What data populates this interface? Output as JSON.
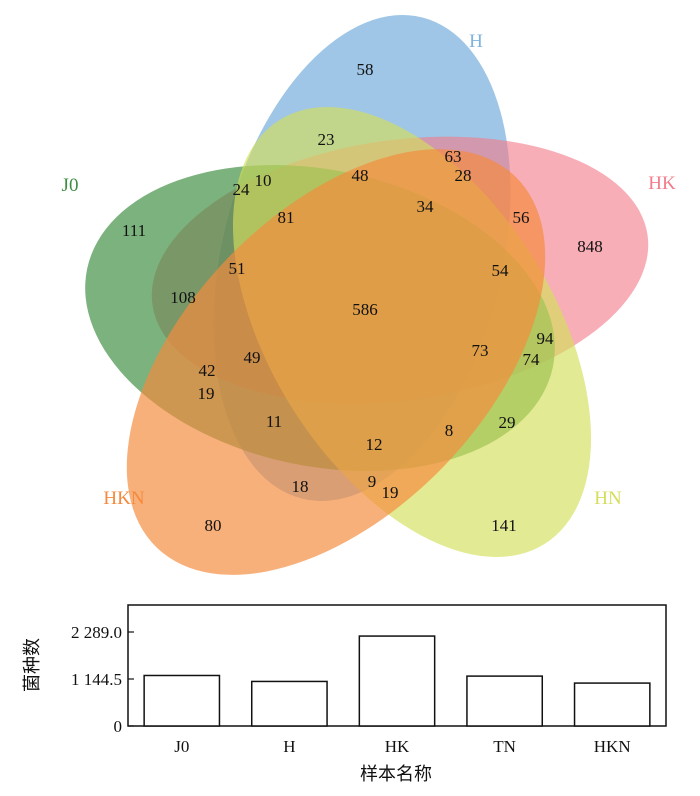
{
  "chart_data": [
    {
      "type": "venn",
      "sets": [
        {
          "name": "J0",
          "color": "#3E8E41"
        },
        {
          "name": "H",
          "color": "#7FB3DE"
        },
        {
          "name": "HK",
          "color": "#F27C8A"
        },
        {
          "name": "HN",
          "color": "#D4DE5A"
        },
        {
          "name": "HKN",
          "color": "#F58A3C"
        }
      ],
      "region_values": [
        "58",
        "23",
        "63",
        "28",
        "48",
        "34",
        "24",
        "10",
        "81",
        "56",
        "848",
        "111",
        "51",
        "54",
        "108",
        "586",
        "94",
        "73",
        "74",
        "42",
        "49",
        "19",
        "11",
        "12",
        "8",
        "29",
        "18",
        "9",
        "19",
        "80",
        "141"
      ]
    },
    {
      "type": "bar",
      "categories": [
        "J0",
        "H",
        "HK",
        "TN",
        "HKN"
      ],
      "values": [
        1230,
        1085,
        2190,
        1215,
        1045
      ],
      "ylabel": "菌种数",
      "xlabel": "样本名称",
      "ylim": [
        0,
        2289.0
      ],
      "yticks": [
        "0",
        "1 144.5",
        "2 289.0"
      ],
      "ytick_values": [
        0,
        1144.5,
        2289.0
      ]
    }
  ]
}
